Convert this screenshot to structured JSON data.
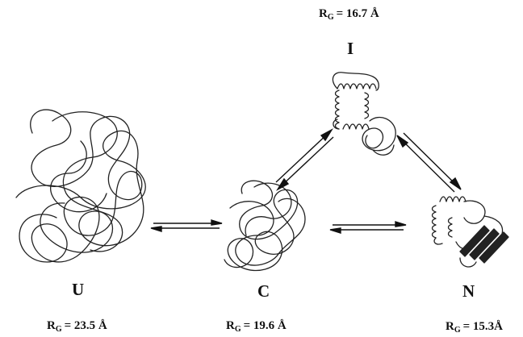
{
  "states": {
    "U": {
      "letter": "U",
      "rg_prefix": "R",
      "rg_sub": "G",
      "rg_value": "= 23.5 Å"
    },
    "C": {
      "letter": "C",
      "rg_prefix": "R",
      "rg_sub": "G",
      "rg_value": "= 19.6 Å"
    },
    "I": {
      "letter": "I",
      "rg_prefix": "R",
      "rg_sub": "G",
      "rg_value": "= 16.7 Å"
    },
    "N": {
      "letter": "N",
      "rg_prefix": "R",
      "rg_sub": "G",
      "rg_value": "= 15.3Å"
    }
  },
  "colors": {
    "ink": "#111111",
    "background": "#ffffff"
  },
  "icons": [
    "random-coil-icon",
    "collapsed-coil-icon",
    "helical-intermediate-icon",
    "native-fold-icon",
    "equilibrium-arrow-icon"
  ]
}
